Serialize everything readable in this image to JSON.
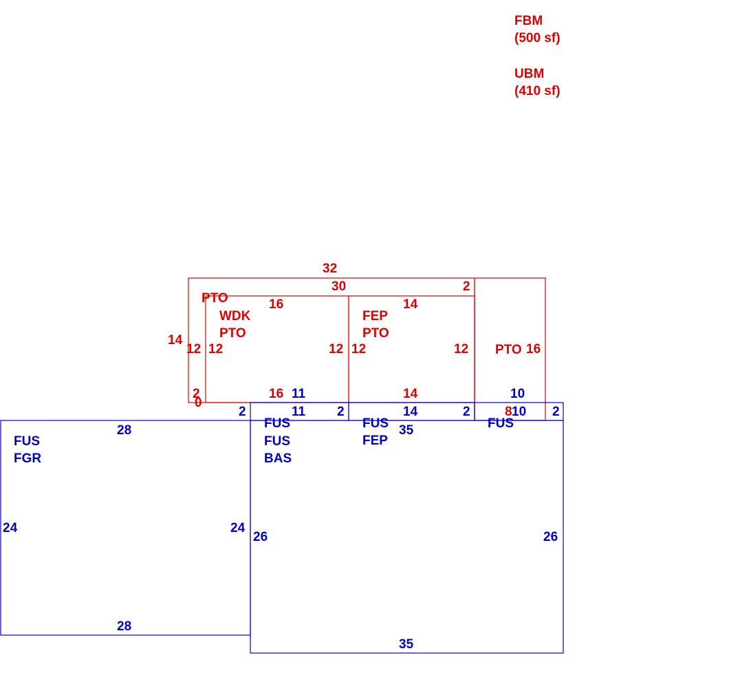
{
  "colors": {
    "upper_level": "#e00000",
    "ground_level": "#0000cc"
  },
  "legend": {
    "fbm_code": "FBM",
    "fbm_area": "(500 sf)",
    "ubm_code": "UBM",
    "ubm_area": "(410 sf)"
  },
  "red_labels": {
    "pto_outer": "PTO",
    "wdk": "WDK",
    "pto_wdk": "PTO",
    "fep": "FEP",
    "pto_fep": "PTO",
    "pto_right": "PTO"
  },
  "red_dims": {
    "top_outer": "32",
    "top_inner": "30",
    "top_right": "2",
    "left_outer": "14",
    "left_inner_a": "12",
    "left_inner_b": "12",
    "wdk_top": "16",
    "wdk_bottom": "16",
    "wdk_right": "12",
    "fep_left": "12",
    "fep_top": "14",
    "fep_bottom": "14",
    "fep_right": "12",
    "pto_right_side": "16",
    "small_2": "2",
    "small_0": "0",
    "pto_bottom": "8"
  },
  "blue_labels": {
    "left_fus": "FUS",
    "left_fgr": "FGR",
    "mid_fus1": "FUS",
    "mid_fus2": "FUS",
    "mid_bas": "BAS",
    "fep_fus": "FUS",
    "fep_fep": "FEP",
    "right_fus": "FUS"
  },
  "blue_dims": {
    "left_top": "28",
    "left_bottom": "28",
    "left_left": "24",
    "left_right": "24",
    "main_top": "35",
    "main_bottom": "35",
    "main_left": "26",
    "main_right": "26",
    "strip_left_2": "2",
    "strip_11_top": "11",
    "strip_11_bottom": "11",
    "strip_2_b": "2",
    "strip_14": "14",
    "strip_2_c": "2",
    "strip_10_top": "10",
    "strip_10_bottom": "10",
    "strip_2_right": "2"
  }
}
